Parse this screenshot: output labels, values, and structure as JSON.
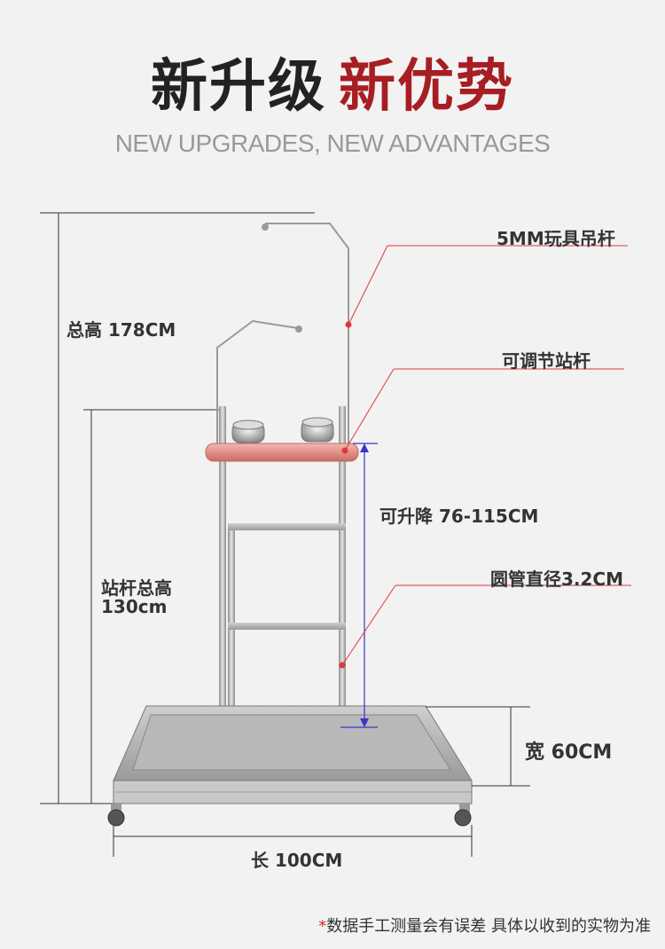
{
  "title": {
    "part1": "新升级",
    "part2": "新优势",
    "subtitle": "NEW UPGRADES, NEW ADVANTAGES"
  },
  "labels": {
    "toy_rod": "5MM玩具吊杆",
    "adjustable_perch": "可调节站杆",
    "lift_range": "可升降 76-115CM",
    "tube_diameter": "圆管直径3.2CM",
    "total_height": "总高 178CM",
    "perch_height_line1": "站杆总高",
    "perch_height_line2": "130cm",
    "width": "宽 60CM",
    "length": "长 100CM"
  },
  "note": {
    "star": "*",
    "text": "数据手工测量会有误差  具体以收到的实物为准"
  },
  "colors": {
    "title_dark": "#222222",
    "title_red": "#a71e22",
    "callout_red": "#e0383a",
    "dimension_blue": "#3a33c9",
    "perch_pink": "#e2938c"
  }
}
